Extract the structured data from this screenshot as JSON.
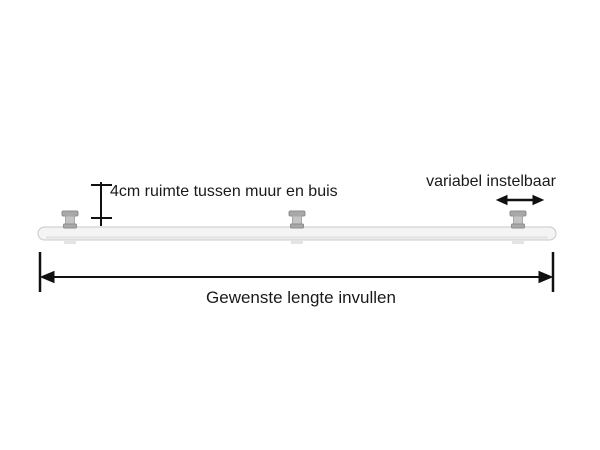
{
  "diagram": {
    "labels": {
      "spacing": "4cm ruimte tussen muur en buis",
      "adjustable": "variabel instelbaar",
      "length": "Gewenste lengte invullen"
    },
    "colors": {
      "background": "#ffffff",
      "tube_fill": "#f4f4f4",
      "tube_stroke": "#c8c8c8",
      "bracket_fill": "#a8a8a8",
      "bracket_neck_fill": "#c4c4c4",
      "line": "#111111"
    }
  }
}
